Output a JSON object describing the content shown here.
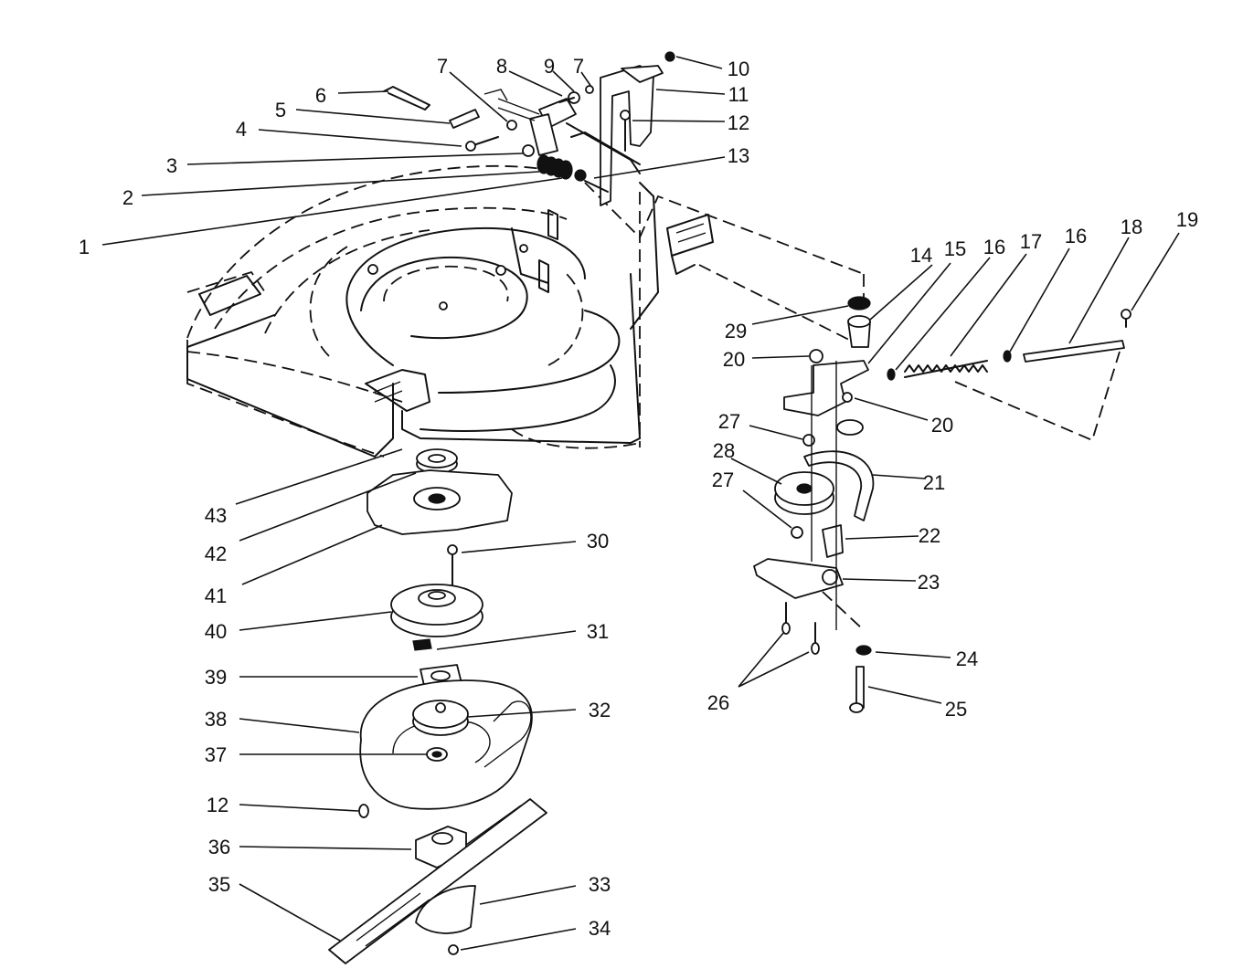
{
  "callouts": [
    {
      "label": "1"
    },
    {
      "label": "2"
    },
    {
      "label": "3"
    },
    {
      "label": "4"
    },
    {
      "label": "5"
    },
    {
      "label": "6"
    },
    {
      "label": "7"
    },
    {
      "label": "8"
    },
    {
      "label": "9"
    },
    {
      "label": "7"
    },
    {
      "label": "10"
    },
    {
      "label": "11"
    },
    {
      "label": "12"
    },
    {
      "label": "13"
    },
    {
      "label": "14"
    },
    {
      "label": "15"
    },
    {
      "label": "16"
    },
    {
      "label": "17"
    },
    {
      "label": "16"
    },
    {
      "label": "18"
    },
    {
      "label": "19"
    },
    {
      "label": "29"
    },
    {
      "label": "20"
    },
    {
      "label": "20"
    },
    {
      "label": "27"
    },
    {
      "label": "28"
    },
    {
      "label": "21"
    },
    {
      "label": "27"
    },
    {
      "label": "22"
    },
    {
      "label": "23"
    },
    {
      "label": "24"
    },
    {
      "label": "26"
    },
    {
      "label": "25"
    },
    {
      "label": "43"
    },
    {
      "label": "42"
    },
    {
      "label": "41"
    },
    {
      "label": "30"
    },
    {
      "label": "40"
    },
    {
      "label": "31"
    },
    {
      "label": "39"
    },
    {
      "label": "38"
    },
    {
      "label": "32"
    },
    {
      "label": "37"
    },
    {
      "label": "12"
    },
    {
      "label": "36"
    },
    {
      "label": "35"
    },
    {
      "label": "33"
    },
    {
      "label": "34"
    }
  ]
}
